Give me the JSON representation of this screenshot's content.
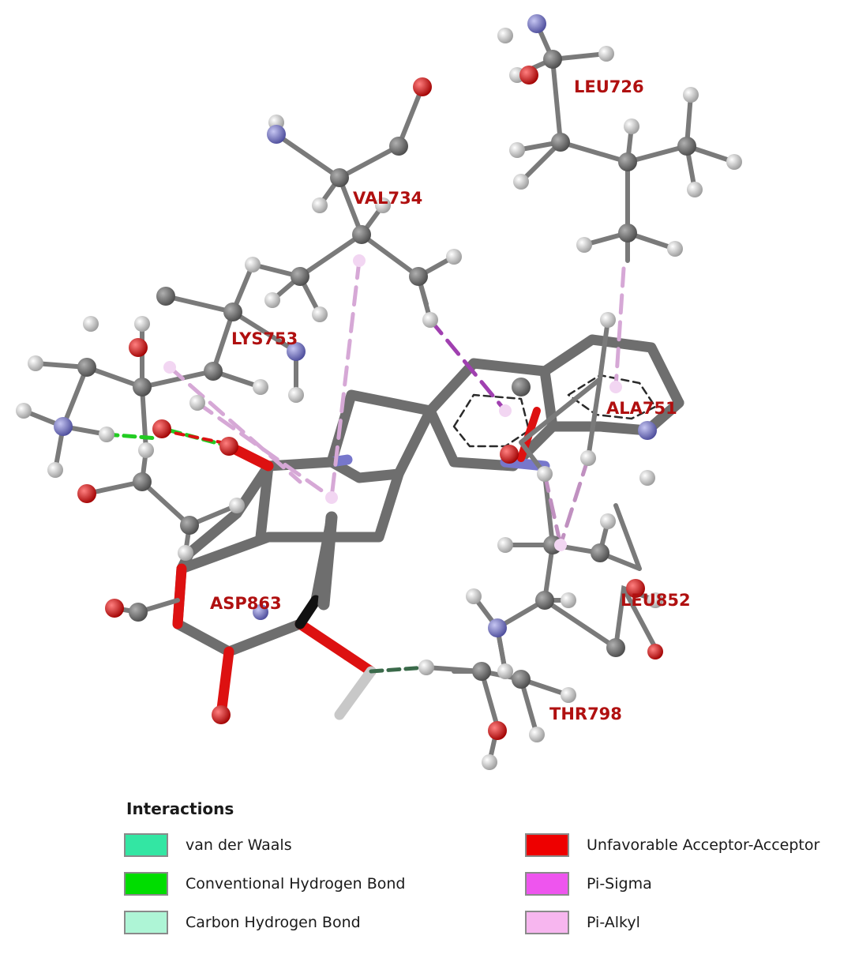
{
  "residues": {
    "leu726": "LEU726",
    "val734": "VAL734",
    "lys753": "LYS753",
    "ala751": "ALA751",
    "asp863": "ASP863",
    "leu852": "LEU852",
    "thr798": "THR798"
  },
  "legend": {
    "title": "Interactions",
    "items": [
      {
        "label": "van der Waals",
        "color": "#33e6a3"
      },
      {
        "label": "Conventional Hydrogen Bond",
        "color": "#00dd00"
      },
      {
        "label": "Carbon Hydrogen Bond",
        "color": "#aef5d6"
      },
      {
        "label": "Unfavorable Acceptor-Acceptor",
        "color": "#ee0000"
      },
      {
        "label": "Pi-Sigma",
        "color": "#ee55ee"
      },
      {
        "label": "Pi-Alkyl",
        "color": "#f7b6ef"
      }
    ]
  },
  "colors": {
    "carbon": "#6e6e6e",
    "hydrogen": "#c8c8c8",
    "nitrogen": "#7777cc",
    "oxygen": "#dd1111",
    "label": "#b01010"
  }
}
